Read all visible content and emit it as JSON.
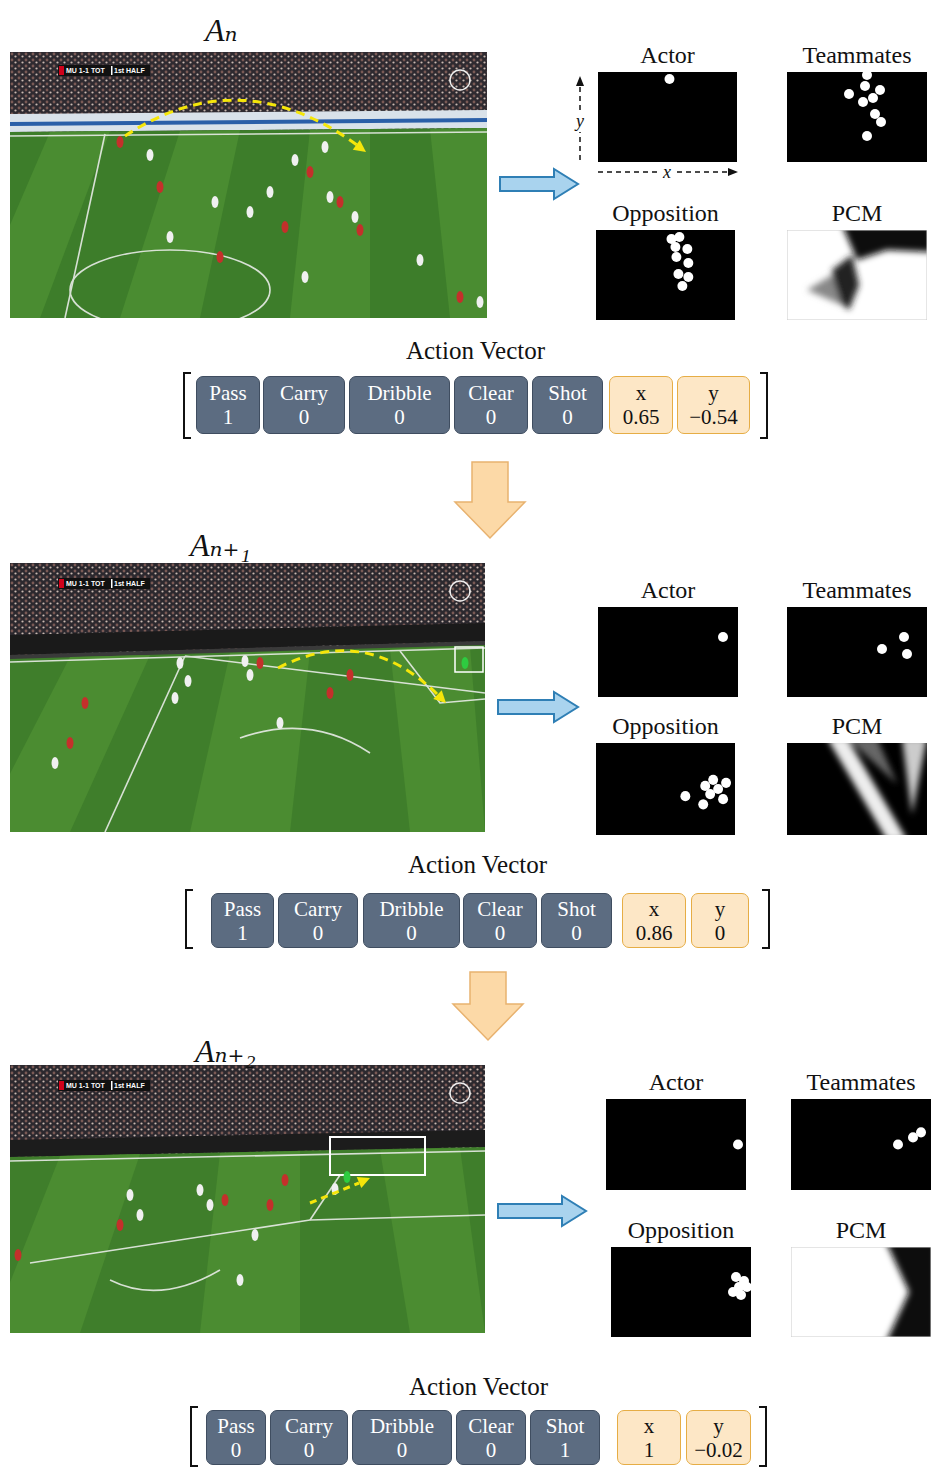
{
  "diagram": {
    "nodes": [
      {
        "text": [
          "Aₙ"
        ]
      },
      {
        "text": [
          "Actor"
        ]
      },
      {
        "text": [
          "Teammates"
        ]
      },
      {
        "text": [
          "Opposition"
        ]
      },
      {
        "text": [
          "PCM"
        ]
      },
      {
        "text": [
          "Action Vector"
        ]
      },
      {
        "text": [
          "Pass",
          "1"
        ],
        "in": 5
      },
      {
        "text": [
          "Carry",
          "0"
        ],
        "in": 5
      },
      {
        "text": [
          "Dribble",
          "0"
        ],
        "in": 5
      },
      {
        "text": [
          "Clear",
          "0"
        ],
        "in": 5
      },
      {
        "text": [
          "Shot",
          "0"
        ],
        "in": 5
      },
      {
        "text": [
          "x",
          "0.65"
        ],
        "in": 5
      },
      {
        "text": [
          "y",
          "−0.54"
        ],
        "in": 5
      },
      {
        "text": [
          "Aₙ₊₁"
        ]
      },
      {
        "text": [
          "Actor"
        ]
      },
      {
        "text": [
          "Teammates"
        ]
      },
      {
        "text": [
          "Opposition"
        ]
      },
      {
        "text": [
          "PCM"
        ]
      },
      {
        "text": [
          "Action Vector"
        ]
      },
      {
        "text": [
          "Pass",
          "1"
        ],
        "in": 18
      },
      {
        "text": [
          "Carry",
          "0"
        ],
        "in": 18
      },
      {
        "text": [
          "Dribble",
          "0"
        ],
        "in": 18
      },
      {
        "text": [
          "Clear",
          "0"
        ],
        "in": 18
      },
      {
        "text": [
          "Shot",
          "0"
        ],
        "in": 18
      },
      {
        "text": [
          "x",
          "0.86"
        ],
        "in": 18
      },
      {
        "text": [
          "y",
          "0"
        ],
        "in": 18
      },
      {
        "text": [
          "Aₙ₊₂"
        ]
      },
      {
        "text": [
          "Actor"
        ]
      },
      {
        "text": [
          "Teammates"
        ]
      },
      {
        "text": [
          "Opposition"
        ]
      },
      {
        "text": [
          "PCM"
        ]
      },
      {
        "text": [
          "Action Vector"
        ]
      },
      {
        "text": [
          "Pass",
          "0"
        ],
        "in": 31
      },
      {
        "text": [
          "Carry",
          "0"
        ],
        "in": 31
      },
      {
        "text": [
          "Dribble",
          "0"
        ],
        "in": 31
      },
      {
        "text": [
          "Clear",
          "0"
        ],
        "in": 31
      },
      {
        "text": [
          "Shot",
          "1"
        ],
        "in": 31
      },
      {
        "text": [
          "x",
          "1"
        ],
        "in": 31
      },
      {
        "text": [
          "y",
          "−0.02"
        ],
        "in": 31
      }
    ],
    "edges": [
      {
        "from": 0,
        "to": 1,
        "arrow": "to"
      },
      {
        "from": 5,
        "to": 13,
        "arrow": "to"
      },
      {
        "from": 13,
        "to": 14,
        "arrow": "to"
      },
      {
        "from": 18,
        "to": 26,
        "arrow": "to"
      },
      {
        "from": 26,
        "to": 27,
        "arrow": "to"
      }
    ],
    "labels": [
      "MU 1-1 TOT",
      "1st HALF",
      "y",
      "x",
      "MU 1-1 TOT",
      "1st HALF",
      "MU 1-1 TOT",
      "1st HALF"
    ]
  }
}
